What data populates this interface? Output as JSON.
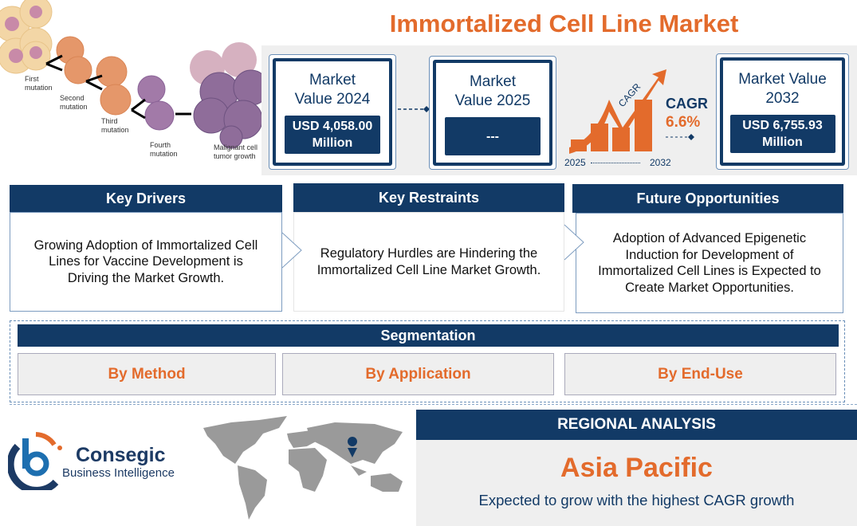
{
  "title": "Immortalized Cell Line Market",
  "illustration": {
    "labels": [
      "First mutation",
      "Second mutation",
      "Third mutation",
      "Fourth mutation",
      "Malignant cell tumor growth"
    ]
  },
  "market_values": [
    {
      "label": "Market Value 2024",
      "value": "USD 4,058.00 Million"
    },
    {
      "label": "Market Value 2025",
      "value": "---"
    },
    {
      "label": "Market Value 2032",
      "value": "USD 6,755.93 Million"
    }
  ],
  "cagr": {
    "graphic_label": "CAGR",
    "label": "CAGR",
    "value": "6.6%",
    "start_year": "2025",
    "end_year": "2032"
  },
  "drivers": {
    "title": "Key Drivers",
    "text": "Growing Adoption of Immortalized Cell Lines for Vaccine Development is Driving the Market Growth."
  },
  "restraints": {
    "title": "Key Restraints",
    "text": "Regulatory Hurdles are Hindering the Immortalized Cell Line Market Growth."
  },
  "opportunities": {
    "title": "Future Opportunities",
    "text": "Adoption of Advanced Epigenetic Induction for Development of Immortalized Cell Lines is Expected to Create Market Opportunities."
  },
  "segmentation": {
    "title": "Segmentation",
    "items": [
      "By Method",
      "By Application",
      "By End-Use"
    ]
  },
  "logo": {
    "name": "Consegic",
    "tagline": "Business Intelligence"
  },
  "regional": {
    "title": "REGIONAL ANALYSIS",
    "region": "Asia Pacific",
    "text": "Expected to grow with the highest CAGR growth"
  },
  "colors": {
    "navy": "#123a66",
    "orange": "#e36b2c",
    "panel": "#efefef"
  }
}
